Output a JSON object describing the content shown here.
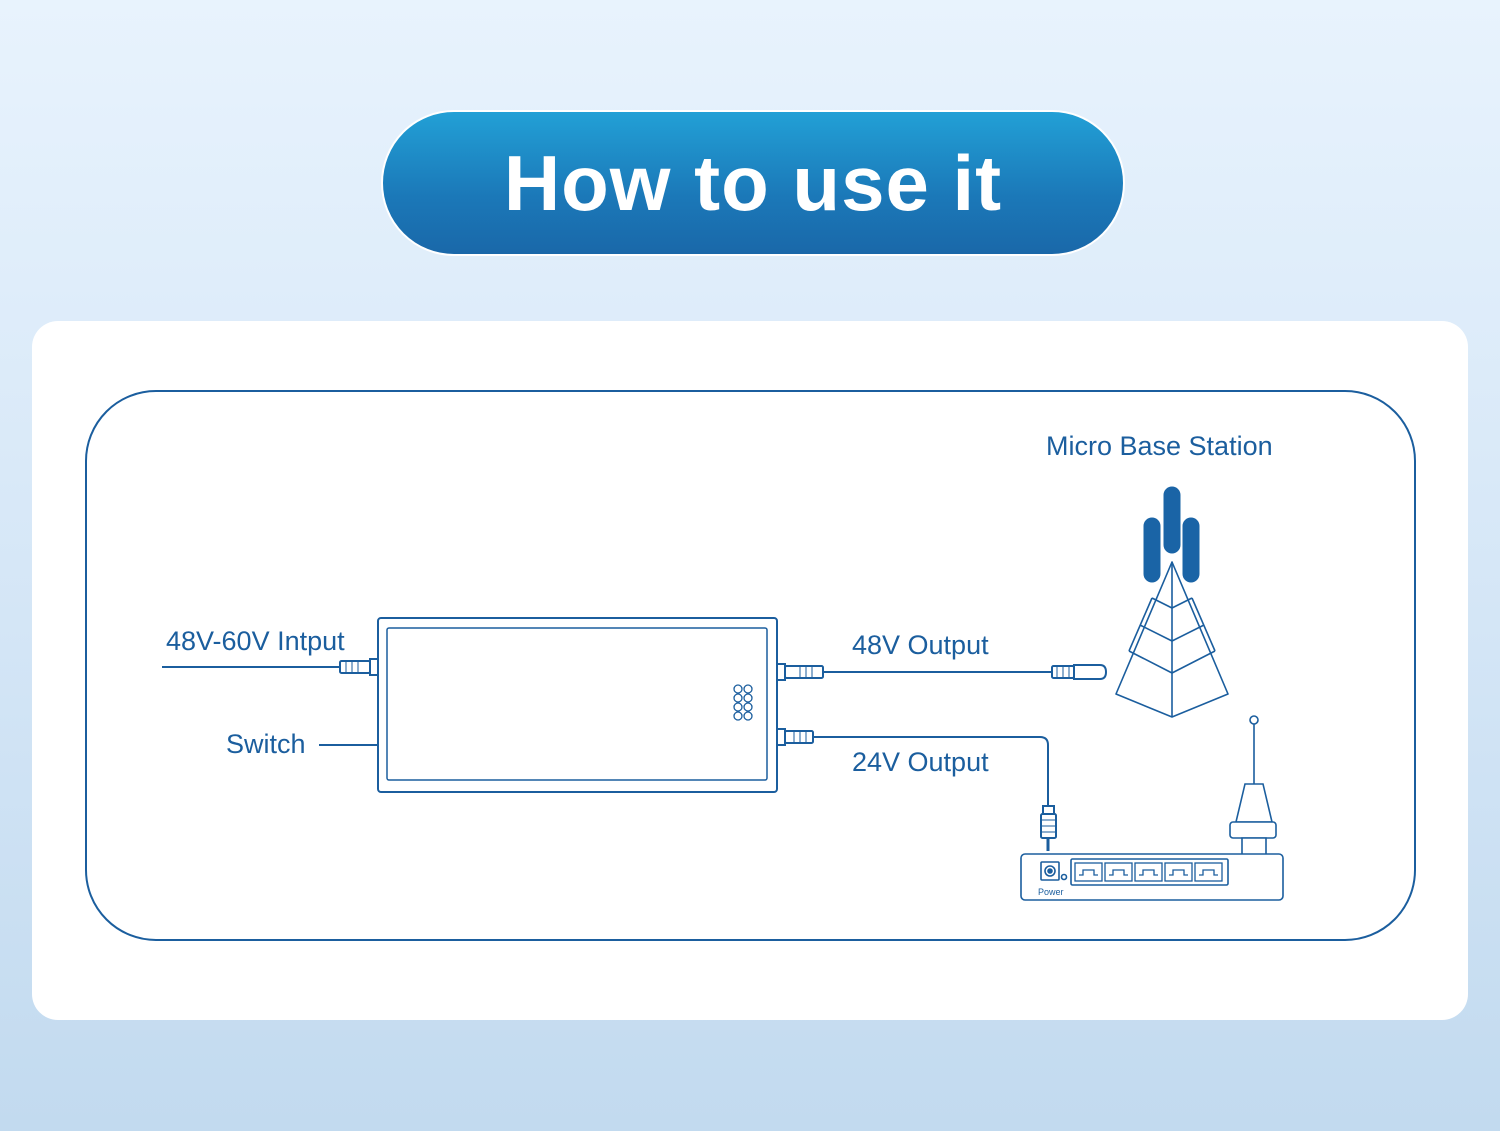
{
  "title": "How to use it",
  "labels": {
    "input": "48V-60V Intput",
    "switch": "Switch",
    "output48": "48V Output",
    "output24": "24V Output",
    "base_station": "Micro Base Station",
    "power_port": "Power"
  },
  "colors": {
    "line": "#1b5e9e",
    "tower": "#1a64a6",
    "pill_top": "#22a0d6",
    "pill_bottom": "#1a68a9"
  },
  "icons": {
    "tower": "cell-tower-icon",
    "router": "router-icon",
    "adapter": "power-adapter-icon"
  }
}
